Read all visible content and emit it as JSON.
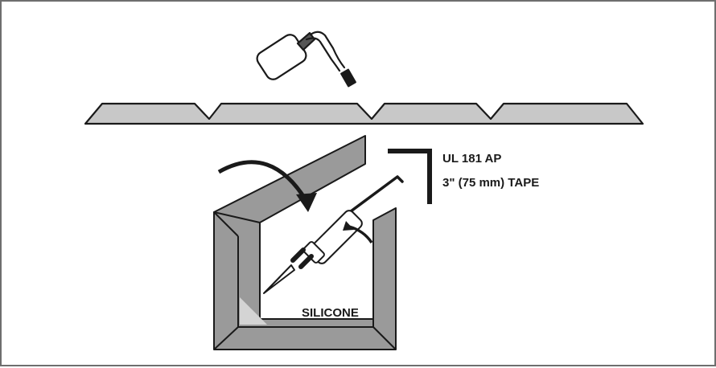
{
  "labels": {
    "tape_line1": "UL 181 AP",
    "tape_line2": "3\" (75 mm) TAPE",
    "silicone": "SILICONE"
  },
  "colors": {
    "outline": "#1a1a1a",
    "panel_fill": "#9a9a9a",
    "panel_light": "#c8c8c8",
    "frame_border": "#6e6e6e"
  }
}
